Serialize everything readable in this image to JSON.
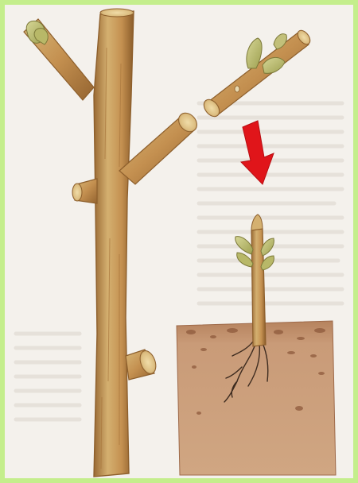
{
  "colors": {
    "frame_border": "#c4ee8c",
    "paper": "#f4f1ec",
    "faint_text": "#e3ded7",
    "wood_light": "#d8b878",
    "wood_mid": "#c6985a",
    "wood_dark": "#8d5f2c",
    "bud_green": "#b8c070",
    "arrow_red": "#e0151a",
    "soil_light": "#c9a07a",
    "soil_dark": "#9e6a4a",
    "root_dark": "#3d2b1f"
  },
  "elements": {
    "main_branch": "tall-cut-branch",
    "cutting": "detached-cutting",
    "arrow": "down-arrow-icon",
    "soil": "soil-block",
    "planted_cutting": "rooted-cutting"
  }
}
